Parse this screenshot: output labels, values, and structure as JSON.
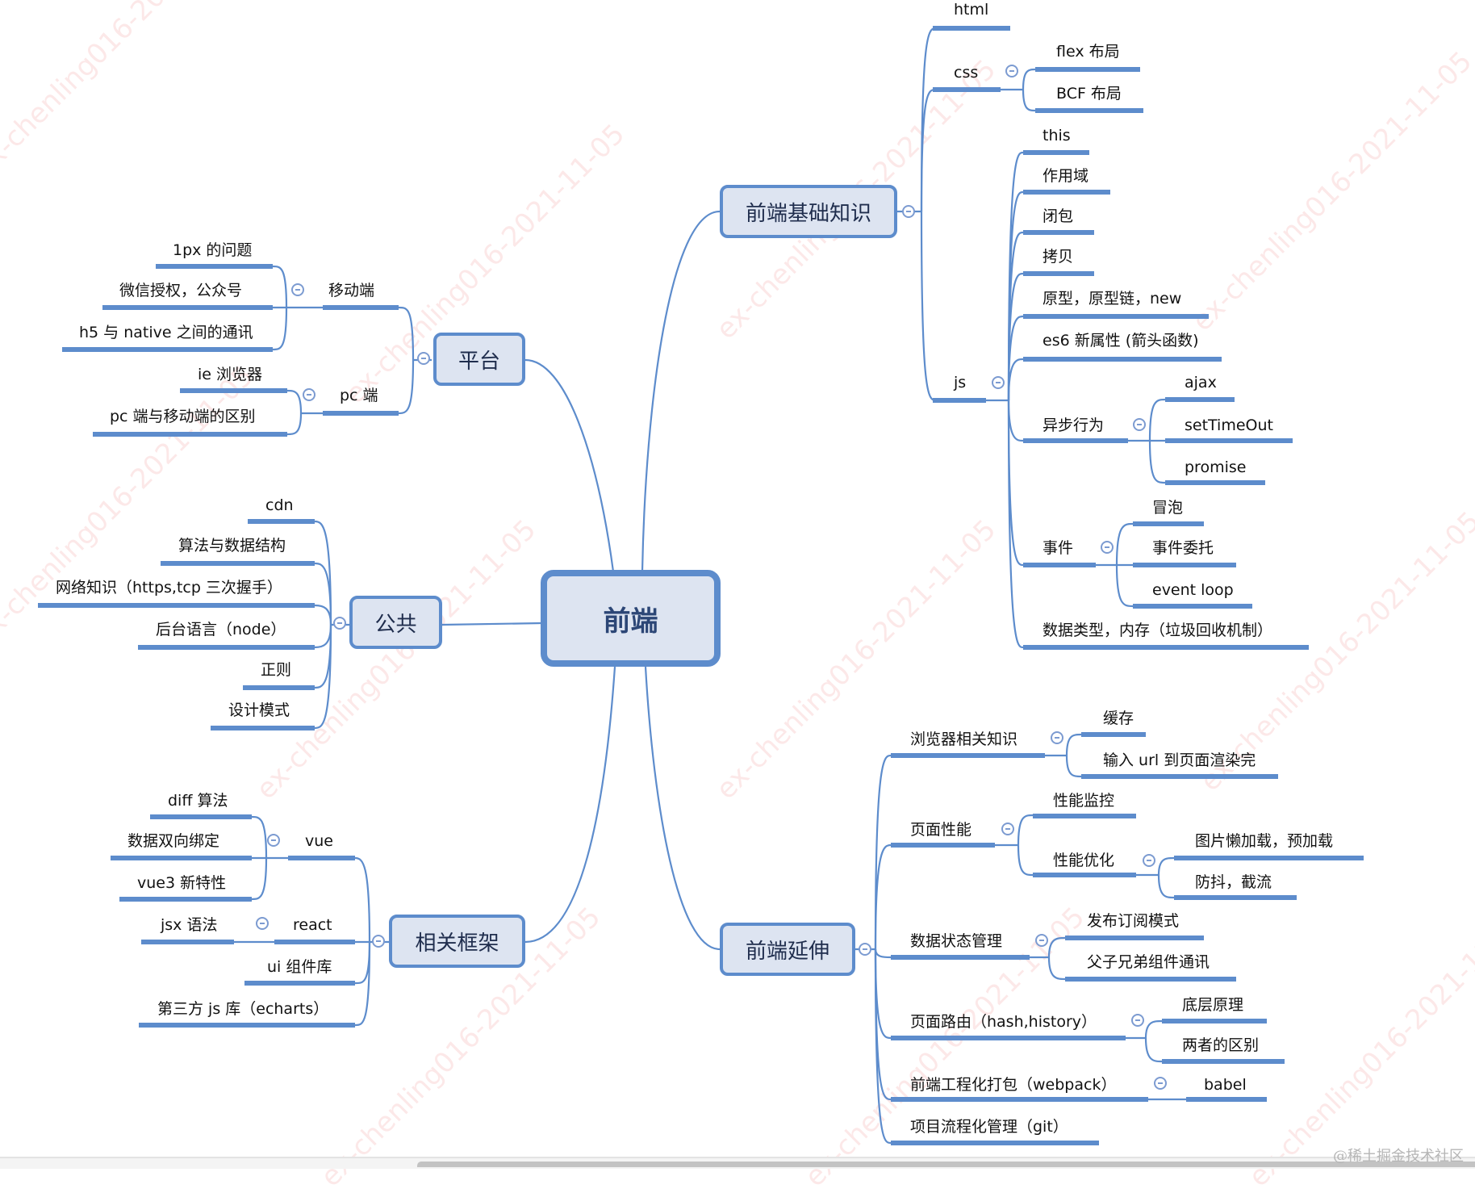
{
  "watermark": "ex-chenling016-2021-11-05",
  "credit": "@稀土掘金技术社区",
  "colors": {
    "line": "#5d8ccc",
    "node_fill": "#dde4f1",
    "node_border": "#5d8ccc",
    "collapse": "#7c9bd1"
  },
  "root": {
    "label": "前端"
  },
  "branches": {
    "basics": {
      "label": "前端基础知识",
      "html": "html",
      "css": "css",
      "flex": "flex 布局",
      "bcf": "BCF 布局",
      "js": "js",
      "this": "this",
      "scope": "作用域",
      "closure": "闭包",
      "copy": "拷贝",
      "proto": "原型，原型链，new",
      "es6": "es6 新属性 (箭头函数)",
      "async": "异步行为",
      "ajax": "ajax",
      "settimeout": "setTimeOut",
      "promise": "promise",
      "events": "事件",
      "bubble": "冒泡",
      "delegate": "事件委托",
      "eventloop": "event loop",
      "types": "数据类型，内存（垃圾回收机制）"
    },
    "platform": {
      "label": "平台",
      "mobile": "移动端",
      "px": "1px 的问题",
      "wechat": "微信授权，公众号",
      "h5": "h5 与 native 之间的通讯",
      "pc": "pc 端",
      "ie": "ie 浏览器",
      "pcdiff": "pc 端与移动端的区别"
    },
    "common": {
      "label": "公共",
      "cdn": "cdn",
      "algo": "算法与数据结构",
      "net": "网络知识（https,tcp 三次握手）",
      "backend": "后台语言（node）",
      "regex": "正则",
      "pattern": "设计模式"
    },
    "frameworks": {
      "label": "相关框架",
      "vue": "vue",
      "diff": "diff 算法",
      "binding": "数据双向绑定",
      "vue3": "vue3 新特性",
      "react": "react",
      "jsx": "jsx 语法",
      "ui": "ui 组件库",
      "third": "第三方 js 库（echarts）"
    },
    "extension": {
      "label": "前端延伸",
      "browser": "浏览器相关知识",
      "cache": "缓存",
      "url": "输入 url 到页面渲染完",
      "perf": "页面性能",
      "monitor": "性能监控",
      "optimize": "性能优化",
      "lazy": "图片懒加载，预加载",
      "debounce": "防抖，截流",
      "state": "数据状态管理",
      "pubsub": "发布订阅模式",
      "comm": "父子兄弟组件通讯",
      "router": "页面路由（hash,history）",
      "principle": "底层原理",
      "difference": "两者的区别",
      "build": "前端工程化打包（webpack）",
      "babel": "babel",
      "git": "项目流程化管理（git）"
    }
  }
}
